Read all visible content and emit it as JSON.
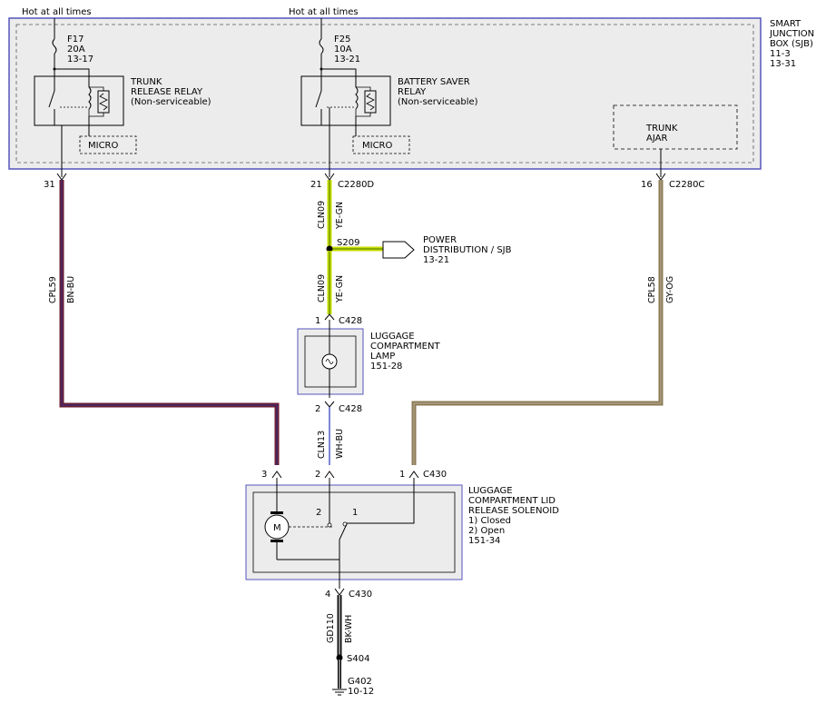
{
  "sjb": {
    "name_lines": [
      "SMART",
      "JUNCTION",
      "BOX (SJB)"
    ],
    "refs": [
      "11-3",
      "13-31"
    ]
  },
  "hot_labels": [
    "Hot at all times",
    "Hot at all times"
  ],
  "fuses": [
    {
      "name": "F17",
      "rating": "20A",
      "ref": "13-17"
    },
    {
      "name": "F25",
      "rating": "10A",
      "ref": "13-21"
    }
  ],
  "relays": [
    {
      "lines": [
        "TRUNK",
        "RELEASE RELAY",
        "(Non-serviceable)"
      ],
      "micro": "MICRO"
    },
    {
      "lines": [
        "BATTERY SAVER",
        "RELAY",
        "(Non-serviceable)"
      ],
      "micro": "MICRO"
    }
  ],
  "trunk_ajar": [
    "TRUNK",
    "AJAR"
  ],
  "pins": {
    "p31": "31",
    "p21": "21",
    "c2280d": "C2280D",
    "p16": "16",
    "c2280c": "C2280C",
    "lamp_top_pin": "1",
    "c428_top": "C428",
    "lamp_bot_pin": "2",
    "c428_bot": "C428",
    "sol_p3": "3",
    "sol_p2": "2",
    "sol_p1": "1",
    "c430_top": "C430",
    "sol_p4": "4",
    "c430_bot": "C430"
  },
  "wires": [
    {
      "circuit": "CPL59",
      "color": "BN-BU"
    },
    {
      "circuit": "CLN09",
      "color": "YE-GN"
    },
    {
      "circuit": "CLN09",
      "color": "YE-GN"
    },
    {
      "circuit": "CPL58",
      "color": "GY-OG"
    },
    {
      "circuit": "CLN13",
      "color": "WH-BU"
    },
    {
      "circuit": "GD110",
      "color": "BK-WH"
    }
  ],
  "splices": {
    "s209": "S209",
    "s404": "S404"
  },
  "power_dist": [
    "POWER",
    "DISTRIBUTION / SJB",
    "13-21"
  ],
  "lamp": [
    "LUGGAGE",
    "COMPARTMENT",
    "LAMP",
    "151-28"
  ],
  "solenoid": {
    "lines": [
      "LUGGAGE",
      "COMPARTMENT LID",
      "RELEASE SOLENOID",
      "1) Closed",
      "2) Open",
      "151-34"
    ],
    "motor": "M",
    "pos2": "2",
    "pos1": "1"
  },
  "ground": {
    "name": "G402",
    "ref": "10-12"
  },
  "colors": {
    "box_border": "#5555bb",
    "box_fill": "#ececec",
    "bn_bu_outer": "#6b1e34",
    "bn_bu_inner": "#2b2f8a",
    "ye_gn_outer": "#c8dc00",
    "ye_gn_inner": "#4a7a00",
    "gy_og_outer": "#8d7a55",
    "gy_og_inner": "#b0a78c",
    "wh_bu": "#2636b8",
    "bk_wh": "#111111"
  }
}
